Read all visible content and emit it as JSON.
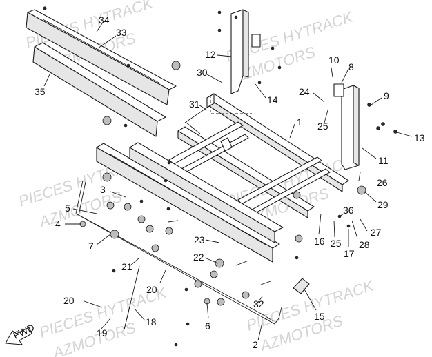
{
  "watermarks": [
    "PIECES HYTRACK",
    "AZMOTORS"
  ],
  "fwd_label": "FWD",
  "callouts": [
    "34",
    "33",
    "35",
    "12",
    "30",
    "10",
    "8",
    "9",
    "24",
    "25",
    "14",
    "31",
    "1",
    "13",
    "11",
    "26",
    "3",
    "29",
    "5",
    "4",
    "36",
    "27",
    "7",
    "16",
    "25",
    "17",
    "28",
    "23",
    "22",
    "21",
    "20",
    "20",
    "18",
    "6",
    "32",
    "15",
    "19",
    "2"
  ]
}
